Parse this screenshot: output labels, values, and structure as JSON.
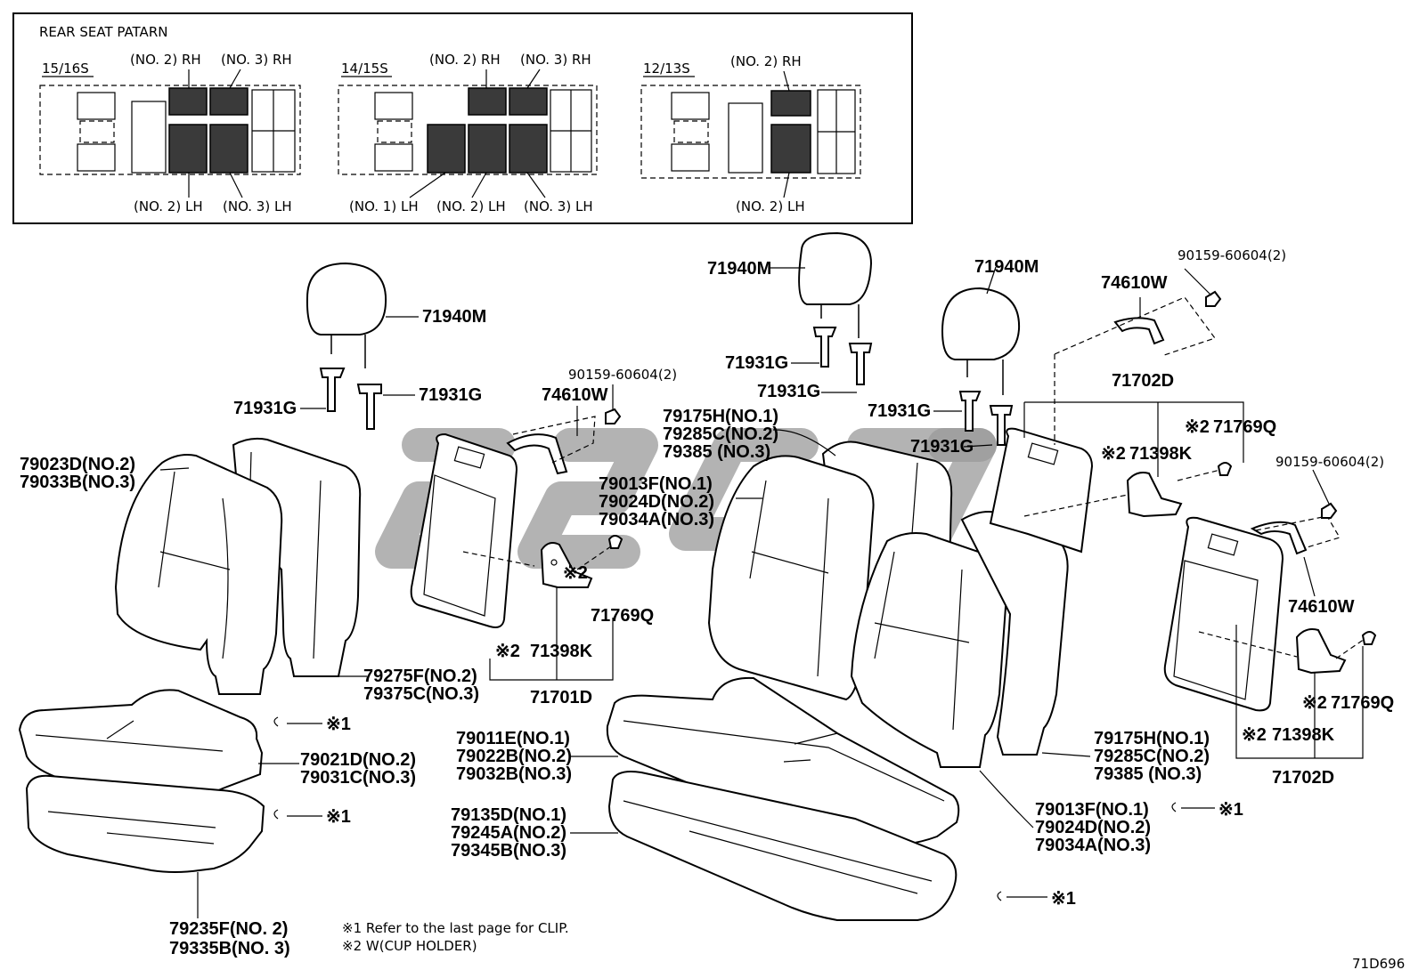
{
  "diagram_code": "71D696",
  "pattern_box": {
    "title": "REAR SEAT PATARN",
    "groups": [
      {
        "seats": "15/16S",
        "top": [
          "(NO. 2) RH",
          "(NO. 3) RH"
        ],
        "bottom": [
          "(NO. 2) LH",
          "(NO. 3) LH"
        ]
      },
      {
        "seats": "14/15S",
        "top": [
          "(NO. 2) RH",
          "(NO. 3) RH"
        ],
        "bottom": [
          "(NO. 1) LH",
          "(NO. 2) LH",
          "(NO. 3) LH"
        ]
      },
      {
        "seats": "12/13S",
        "top": [
          "(NO. 2) RH"
        ],
        "bottom": [
          "(NO. 2) LH"
        ]
      }
    ]
  },
  "parts": {
    "headrest_a": "71940M",
    "headrest_b": "71940M",
    "headrest_c": "71940M",
    "support_a1": "71931G",
    "support_a2": "71931G",
    "support_b1": "71931G",
    "support_b2": "71931G",
    "support_c1": "71931G",
    "support_c2": "71931G",
    "handle_a": "74610W",
    "handle_b": "74610W",
    "handle_c": "74610W",
    "screw_a": "90159-60604(2)",
    "screw_b": "90159-60604(2)",
    "screw_c": "90159-60604(2)",
    "back_cover_left": [
      "79023D(NO.2)",
      "79033B(NO.3)"
    ],
    "back_cover_mid": [
      "79175H(NO.1)",
      "79285C(NO.2)",
      "79385  (NO.3)"
    ],
    "back_cover_right": [
      "79175H(NO.1)",
      "79285C(NO.2)",
      "79385  (NO.3)"
    ],
    "back_assy_mid": [
      "79013F(NO.1)",
      "79024D(NO.2)",
      "79034A(NO.3)"
    ],
    "back_assy_right": [
      "79013F(NO.1)",
      "79024D(NO.2)",
      "79034A(NO.3)"
    ],
    "trim_left": [
      "79275F(NO.2)",
      "79375C(NO.3)"
    ],
    "board_left": "71701D",
    "board_right_top": "71702D",
    "board_right_bottom": "71702D",
    "hinge_a_note": "※2",
    "hinge_a": "71398K",
    "hinge_b_note": "※2",
    "hinge_b": "71398K",
    "hinge_c_note": "※2",
    "hinge_c": "71398K",
    "clip_a_note": "※2",
    "clip_a": "71769Q",
    "clip_b_note": "※2",
    "clip_b": "71769Q",
    "clip_c_note": "※2",
    "clip_c": "71769Q",
    "cushion_left": [
      "79021D(NO.2)",
      "79031C(NO.3)"
    ],
    "cushion_mid": [
      "79011E(NO.1)",
      "79022B(NO.2)",
      "79032B(NO.3)"
    ],
    "cushion_cover_mid": [
      "79135D(NO.1)",
      "79245A(NO.2)",
      "79345B(NO.3)"
    ],
    "cushion_cover_left": [
      "79235F(NO. 2)",
      "79335B(NO. 3)"
    ],
    "clip_ref_1": "※1",
    "clip_ref_2": "※1",
    "clip_ref_3": "※1",
    "clip_ref_4": "※1"
  },
  "notes": [
    "※1  Refer to the last page for CLIP.",
    "※2  W(CUP  HOLDER)"
  ]
}
